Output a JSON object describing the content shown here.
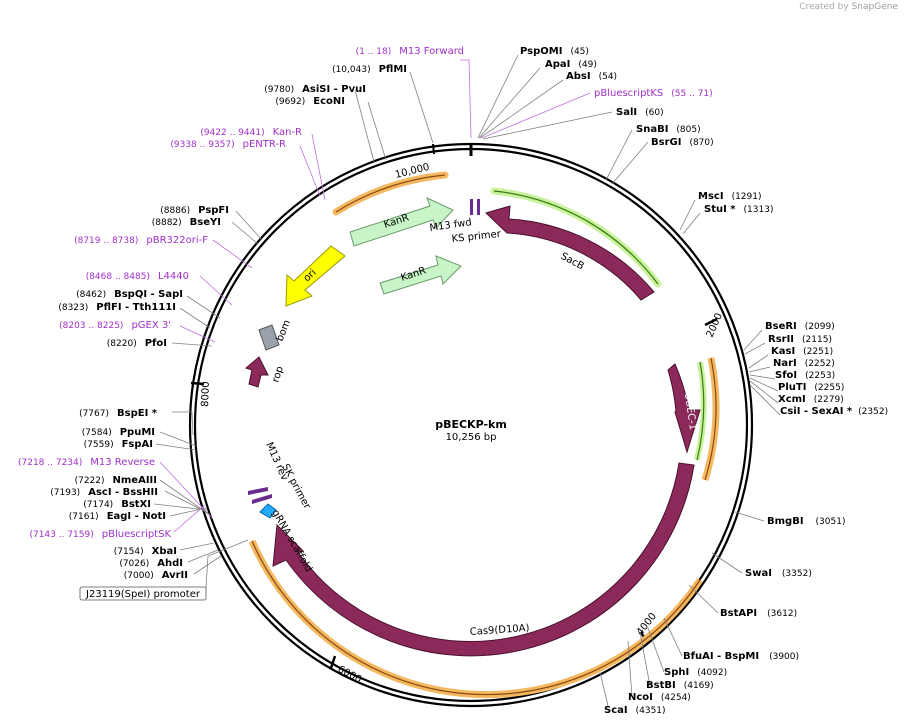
{
  "app": {
    "credit_prefix": "Created by",
    "credit_brand": "SnapGene"
  },
  "plasmid": {
    "name": "pBECKP-km",
    "length_label": "10,256 bp",
    "length": 10256
  },
  "ticks": [
    {
      "label": "2000",
      "bp": 2000
    },
    {
      "label": "4000",
      "bp": 4000
    },
    {
      "label": "6000",
      "bp": 6000
    },
    {
      "label": "8000",
      "bp": 8000
    },
    {
      "label": "10,000",
      "bp": 10000
    }
  ],
  "features": [
    {
      "name": "SacB",
      "color": "#8b2a5a",
      "kind": "arrow"
    },
    {
      "name": "APOBEC-1",
      "color": "#8b2a5a",
      "kind": "arrow"
    },
    {
      "name": "Cas9(D10A)",
      "color": "#8b2a5a",
      "kind": "arrow"
    },
    {
      "name": "KanR",
      "color": "#c8f5c8",
      "kind": "arrow"
    },
    {
      "name": "KanR",
      "color": "#c8f5c8",
      "kind": "arrow"
    },
    {
      "name": "ori",
      "color": "#ffff00",
      "kind": "arrow"
    },
    {
      "name": "bom",
      "color": "#9aa3ad",
      "kind": "box"
    },
    {
      "name": "rop",
      "color": "#8b2a5a",
      "kind": "arrow"
    },
    {
      "name": "gRNA scaffold",
      "color": "#22aaff",
      "kind": "arrow"
    },
    {
      "name": "M13 fwd",
      "color": "#6a2c8e",
      "kind": "primer"
    },
    {
      "name": "KS primer",
      "color": "#6a2c8e",
      "kind": "primer"
    },
    {
      "name": "M13 rev",
      "color": "#6a2c8e",
      "kind": "primer"
    },
    {
      "name": "SK primer",
      "color": "#6a2c8e",
      "kind": "primer"
    }
  ],
  "sites_right": [
    {
      "name": "PspOMI",
      "pos": "(45)"
    },
    {
      "name": "ApaI",
      "pos": "(49)"
    },
    {
      "name": "AbsI",
      "pos": "(54)"
    },
    {
      "name": "pBluescriptKS",
      "pos": "(55 .. 71)",
      "primer": true
    },
    {
      "name": "SalI",
      "pos": "(60)"
    },
    {
      "name": "SnaBI",
      "pos": "(805)"
    },
    {
      "name": "BsrGI",
      "pos": "(870)"
    },
    {
      "name": "MscI",
      "pos": "(1291)"
    },
    {
      "name": "StuI *",
      "pos": "(1313)"
    },
    {
      "name": "BseRI",
      "pos": "(2099)"
    },
    {
      "name": "RsrII",
      "pos": "(2115)"
    },
    {
      "name": "KasI",
      "pos": "(2251)"
    },
    {
      "name": "NarI",
      "pos": "(2252)"
    },
    {
      "name": "SfoI",
      "pos": "(2253)"
    },
    {
      "name": "PluTI",
      "pos": "(2255)"
    },
    {
      "name": "XcmI",
      "pos": "(2279)"
    },
    {
      "name": "CsiI  - SexAI *",
      "pos": "(2352)"
    },
    {
      "name": "BmgBI",
      "pos": "(3051)"
    },
    {
      "name": "SwaI",
      "pos": "(3352)"
    },
    {
      "name": "BstAPI",
      "pos": "(3612)"
    },
    {
      "name": "BfuAI  - BspMI",
      "pos": "(3900)"
    },
    {
      "name": "SphI",
      "pos": "(4092)"
    },
    {
      "name": "BstBI",
      "pos": "(4169)"
    },
    {
      "name": "NcoI",
      "pos": "(4254)"
    },
    {
      "name": "ScaI",
      "pos": "(4351)"
    }
  ],
  "sites_left": [
    {
      "name": "M13 Forward",
      "pos": "(1 .. 18)",
      "primer": true
    },
    {
      "name": "PflMI",
      "pos": "(10,043)"
    },
    {
      "name": "AsiSI  - PvuI",
      "pos": "(9780)"
    },
    {
      "name": "EcoNI",
      "pos": "(9692)"
    },
    {
      "name": "Kan-R",
      "pos": "(9422 .. 9441)",
      "primer": true
    },
    {
      "name": "pENTR-R",
      "pos": "(9338 .. 9357)",
      "primer": true
    },
    {
      "name": "PspFI",
      "pos": "(8886)"
    },
    {
      "name": "BseYI",
      "pos": "(8882)"
    },
    {
      "name": "pBR322ori-F",
      "pos": "(8719 .. 8738)",
      "primer": true
    },
    {
      "name": "L4440",
      "pos": "(8468 .. 8485)",
      "primer": true
    },
    {
      "name": "BspQI  - SapI",
      "pos": "(8462)"
    },
    {
      "name": "PflFI  - Tth111I",
      "pos": "(8323)"
    },
    {
      "name": "pGEX 3'",
      "pos": "(8203 .. 8225)",
      "primer": true
    },
    {
      "name": "PfoI",
      "pos": "(8220)"
    },
    {
      "name": "BspEI *",
      "pos": "(7767)"
    },
    {
      "name": "PpuMI",
      "pos": "(7584)"
    },
    {
      "name": "FspAI",
      "pos": "(7559)"
    },
    {
      "name": "M13 Reverse",
      "pos": "(7218 .. 7234)",
      "primer": true
    },
    {
      "name": "NmeAIII",
      "pos": "(7222)"
    },
    {
      "name": "AscI  - BssHII",
      "pos": "(7193)"
    },
    {
      "name": "BstXI",
      "pos": "(7174)"
    },
    {
      "name": "EagI  - NotI",
      "pos": "(7161)"
    },
    {
      "name": "pBluescriptSK",
      "pos": "(7143 .. 7159)",
      "primer": true
    },
    {
      "name": "XbaI",
      "pos": "(7154)"
    },
    {
      "name": "AhdI",
      "pos": "(7026)"
    },
    {
      "name": "AvrII",
      "pos": "(7000)"
    }
  ],
  "boxed_label": "J23119(SpeI) promoter",
  "colors": {
    "backbone": "#000000",
    "primer_label": "#a030c8",
    "primer_leader": "#c070e0",
    "site_leader": "#808080",
    "orange_track": "#f4b860",
    "green_track": "#6abf3a"
  }
}
